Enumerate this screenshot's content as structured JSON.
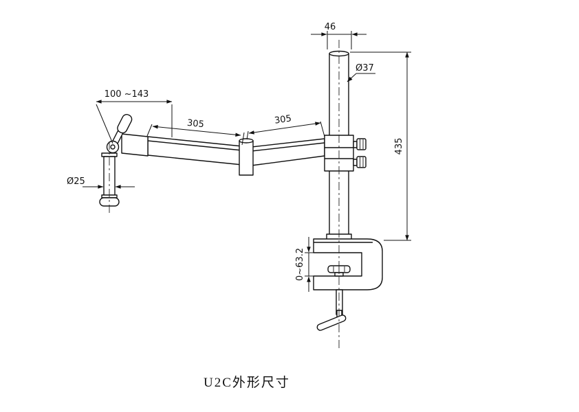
{
  "title": "U2C外形尺寸",
  "dimensions": {
    "top_width": "46",
    "pole_diameter": "Ø37",
    "column_height": "435",
    "arm_segment_left": "305",
    "arm_segment_right": "305",
    "head_extension_range": "100 ~143",
    "post_diameter": "Ø25",
    "clamp_opening_range": "0~63.2"
  },
  "colors": {
    "line": "#111111",
    "background": "#ffffff"
  }
}
